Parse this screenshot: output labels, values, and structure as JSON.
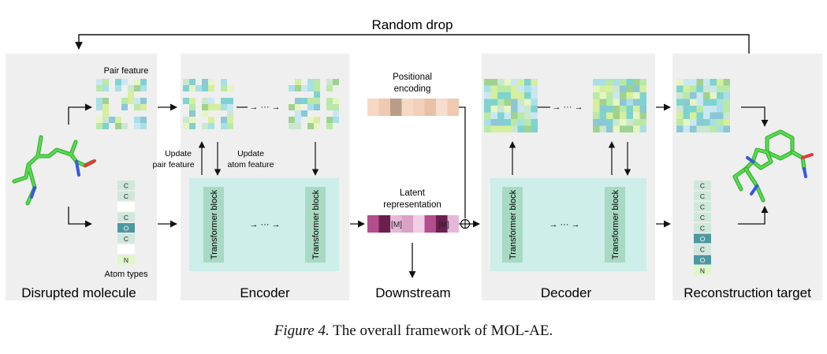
{
  "top_loop": {
    "label": "Random drop"
  },
  "panels": {
    "disrupted": {
      "title": "Disrupted molecule",
      "pair_label": "Pair feature",
      "atom_label": "Atom types",
      "atoms": [
        "C",
        "C",
        "",
        "C",
        "O",
        "C",
        "",
        "N"
      ]
    },
    "encoder": {
      "title": "Encoder",
      "update_pair": [
        "Update",
        "pair feature"
      ],
      "update_atom": [
        "Update",
        "atom feature"
      ],
      "block_label": "Transformer block",
      "ellipsis": "→ ··· →"
    },
    "middle": {
      "pos_label": [
        "Positional",
        "encoding"
      ],
      "latent_label": [
        "Latent",
        "representation"
      ],
      "mask_token": "[M]",
      "downstream": "Downstream"
    },
    "decoder": {
      "title": "Decoder",
      "block_label": "Transformer block",
      "ellipsis": "→ ··· →"
    },
    "target": {
      "title": "Reconstruction target",
      "atoms": [
        "C",
        "C",
        "C",
        "C",
        "C",
        "O",
        "C",
        "O",
        "N"
      ]
    }
  },
  "caption": {
    "prefix": "Figure 4.",
    "text_before": "The overall framework of",
    "name_1": "M",
    "name_2": "OL",
    "name_3": "-AE",
    "end": "."
  },
  "colors": {
    "panel_bg": "#efefef",
    "encoder_block_bg": "#cdeee9",
    "transformer_block": "#a8d9c3",
    "atom_cell": "#cfe8dc",
    "atom_cell_dark": "#4e98a1",
    "atom_n": "#dff7c9",
    "molecule_carbon": "#4bd146",
    "molecule_oxygen": "#e33a3a",
    "molecule_nitrogen": "#3a56e3"
  },
  "icons": [
    "plus-circle-icon",
    "arrow-icon"
  ]
}
